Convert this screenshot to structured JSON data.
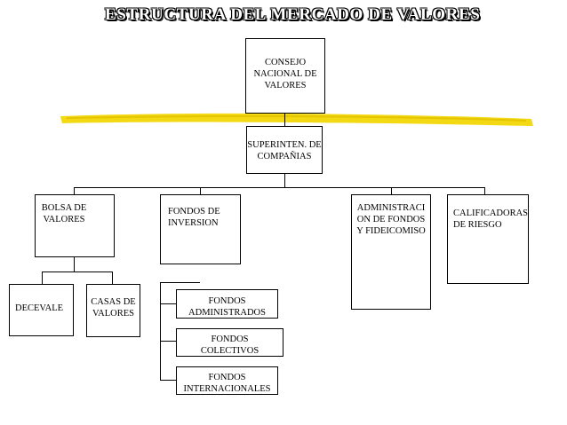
{
  "title": "ESTRUCTURA DEL MERCADO DE VALORES",
  "nodes": {
    "consejo": "CONSEJO NACIONAL DE VALORES",
    "superintendencia": "SUPERINTEN. DE COMPAÑIAS",
    "bolsa": "BOLSA DE VALORES",
    "fondos_inversion": "FONDOS DE INVERSION",
    "administradora": "ADMINISTRACI ON DE FONDOS Y FIDEICOMISO",
    "calificadoras": "CALIFICADORAS DE RIESGO",
    "decevale": "DECEVALE",
    "casas": "CASAS DE VALORES",
    "fondos_administrados": "FONDOS ADMINISTRADOS",
    "fondos_colectivos": "FONDOS COLECTIVOS",
    "fondos_internacionales": "FONDOS INTERNACIONALES"
  },
  "colors": {
    "highlight": "#f2d600",
    "border": "#000000"
  }
}
